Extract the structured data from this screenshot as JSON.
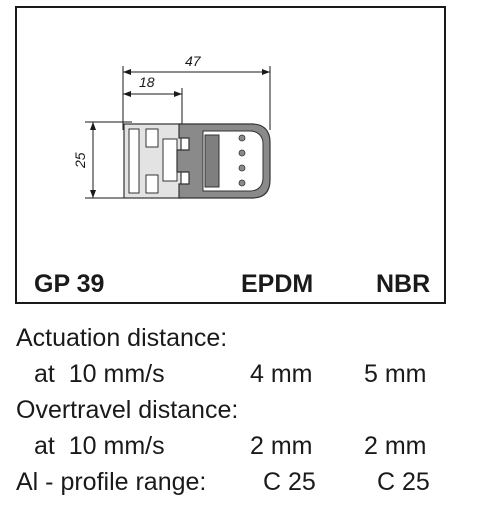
{
  "panel": {
    "product": "GP 39",
    "material_1": "EPDM",
    "material_2": "NBR",
    "dimensions": {
      "overall_width": "47",
      "rail_width": "18",
      "height": "25"
    }
  },
  "specs": {
    "actuation_heading": "Actuation distance:",
    "actuation_speed": "at  10 mm/s",
    "actuation_epdm": "4 mm",
    "actuation_nbr": "5 mm",
    "overtravel_heading": "Overtravel distance:",
    "overtravel_speed": "at  10 mm/s",
    "overtravel_epdm": "2 mm",
    "overtravel_nbr": "2 mm",
    "profile_label": "Al - profile range:",
    "profile_epdm": "C 25",
    "profile_nbr": "C 25"
  }
}
